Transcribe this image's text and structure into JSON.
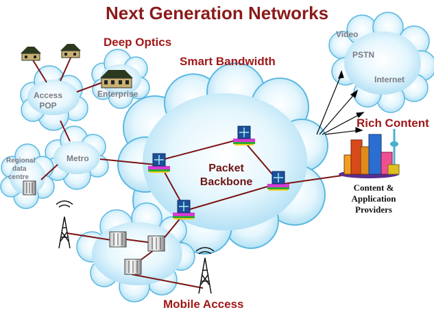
{
  "title": "Next Generation Networks",
  "labels": {
    "deep_optics": "Deep Optics",
    "smart_bandwidth": "Smart Bandwidth",
    "rich_content": "Rich Content",
    "mobile_access": "Mobile Access",
    "packet": "Packet",
    "backbone": "Backbone",
    "access_line1": "Access",
    "access_line2": "POP",
    "enterprise": "Enterprise",
    "metro": "Metro",
    "regional_line1": "Regional",
    "regional_line2": "data",
    "regional_line3": "centre",
    "video": "Video",
    "pstn": "PSTN",
    "internet": "Internet",
    "provider_line1": "Content &",
    "provider_line2": "Application",
    "provider_line3": "Providers"
  },
  "colors": {
    "title": "#8b1a1a",
    "heading": "#a01818",
    "link": "#7a1212",
    "cloud_fill": "#c9ecfb",
    "cloud_edge": "#5ab8e0",
    "muted_text": "#7a7a82"
  },
  "icons": [
    "house-icon",
    "enterprise-building-icon",
    "router-icon",
    "server-rack-icon",
    "cell-tower-icon",
    "city-skyline-icon"
  ]
}
